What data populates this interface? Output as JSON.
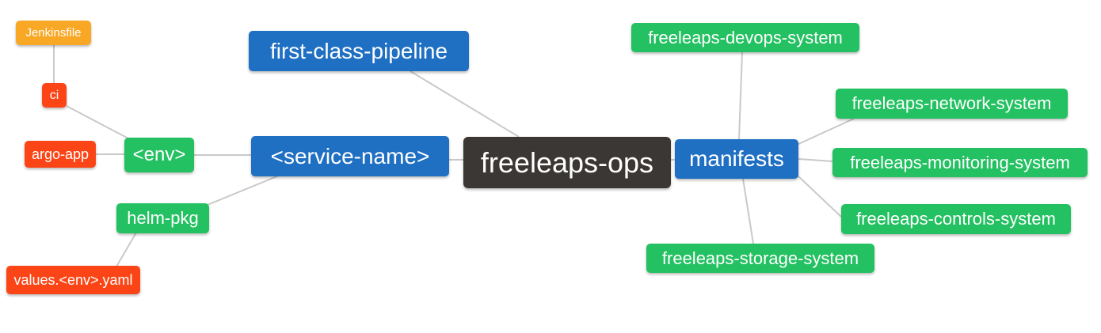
{
  "diagram": {
    "title": "freeleaps-ops repository structure mind map",
    "colors": {
      "root_node": "#3b3734",
      "branch_blue": "#1f6fc3",
      "leaf_green": "#23c161",
      "leaf_red": "#fb4516",
      "leaf_orange": "#f9a825",
      "edge": "#c9c9c9",
      "node_text": "#ffffff",
      "background": "#ffffff"
    },
    "nodes": [
      {
        "id": "jenkinsfile",
        "label": "Jenkinsfile",
        "color_role": "leaf_orange"
      },
      {
        "id": "ci",
        "label": "ci",
        "color_role": "leaf_red"
      },
      {
        "id": "argo-app",
        "label": "argo-app",
        "color_role": "leaf_red"
      },
      {
        "id": "env",
        "label": "<env>",
        "color_role": "leaf_green"
      },
      {
        "id": "helm-pkg",
        "label": "helm-pkg",
        "color_role": "leaf_green"
      },
      {
        "id": "values-env-yaml",
        "label": "values.<env>.yaml",
        "color_role": "leaf_red"
      },
      {
        "id": "first-class-pipeline",
        "label": "first-class-pipeline",
        "color_role": "branch_blue"
      },
      {
        "id": "service-name",
        "label": "<service-name>",
        "color_role": "branch_blue"
      },
      {
        "id": "freeleaps-ops",
        "label": "freeleaps-ops",
        "color_role": "root_node"
      },
      {
        "id": "manifests",
        "label": "manifests",
        "color_role": "branch_blue"
      },
      {
        "id": "freeleaps-devops-system",
        "label": "freeleaps-devops-system",
        "color_role": "leaf_green"
      },
      {
        "id": "freeleaps-network-system",
        "label": "freeleaps-network-system",
        "color_role": "leaf_green"
      },
      {
        "id": "freeleaps-monitoring-system",
        "label": "freeleaps-monitoring-system",
        "color_role": "leaf_green"
      },
      {
        "id": "freeleaps-controls-system",
        "label": "freeleaps-controls-system",
        "color_role": "leaf_green"
      },
      {
        "id": "freeleaps-storage-system",
        "label": "freeleaps-storage-system",
        "color_role": "leaf_green"
      }
    ],
    "edges": [
      {
        "from": "freeleaps-ops",
        "to": "first-class-pipeline"
      },
      {
        "from": "freeleaps-ops",
        "to": "service-name"
      },
      {
        "from": "freeleaps-ops",
        "to": "manifests"
      },
      {
        "from": "service-name",
        "to": "env"
      },
      {
        "from": "service-name",
        "to": "helm-pkg"
      },
      {
        "from": "env",
        "to": "ci"
      },
      {
        "from": "env",
        "to": "argo-app"
      },
      {
        "from": "ci",
        "to": "jenkinsfile"
      },
      {
        "from": "helm-pkg",
        "to": "values-env-yaml"
      },
      {
        "from": "manifests",
        "to": "freeleaps-devops-system"
      },
      {
        "from": "manifests",
        "to": "freeleaps-network-system"
      },
      {
        "from": "manifests",
        "to": "freeleaps-monitoring-system"
      },
      {
        "from": "manifests",
        "to": "freeleaps-controls-system"
      },
      {
        "from": "manifests",
        "to": "freeleaps-storage-system"
      }
    ]
  }
}
